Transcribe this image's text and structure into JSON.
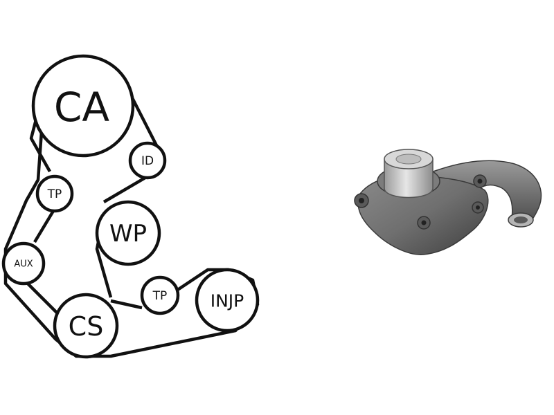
{
  "diagram": {
    "pulleys": [
      {
        "id": "ca",
        "label": "CA"
      },
      {
        "id": "id",
        "label": "ID"
      },
      {
        "id": "tp1",
        "label": "TP"
      },
      {
        "id": "wp",
        "label": "WP"
      },
      {
        "id": "aux",
        "label": "AUX"
      },
      {
        "id": "tp2",
        "label": "TP"
      },
      {
        "id": "injp",
        "label": "INJP"
      },
      {
        "id": "cs",
        "label": "CS"
      }
    ]
  },
  "product_photo": {
    "subject": "water-pump",
    "colors": {
      "body": "#6f6f6f",
      "pulley_hub": "#c9c9c9",
      "shadow": "#3a3a3a"
    }
  }
}
